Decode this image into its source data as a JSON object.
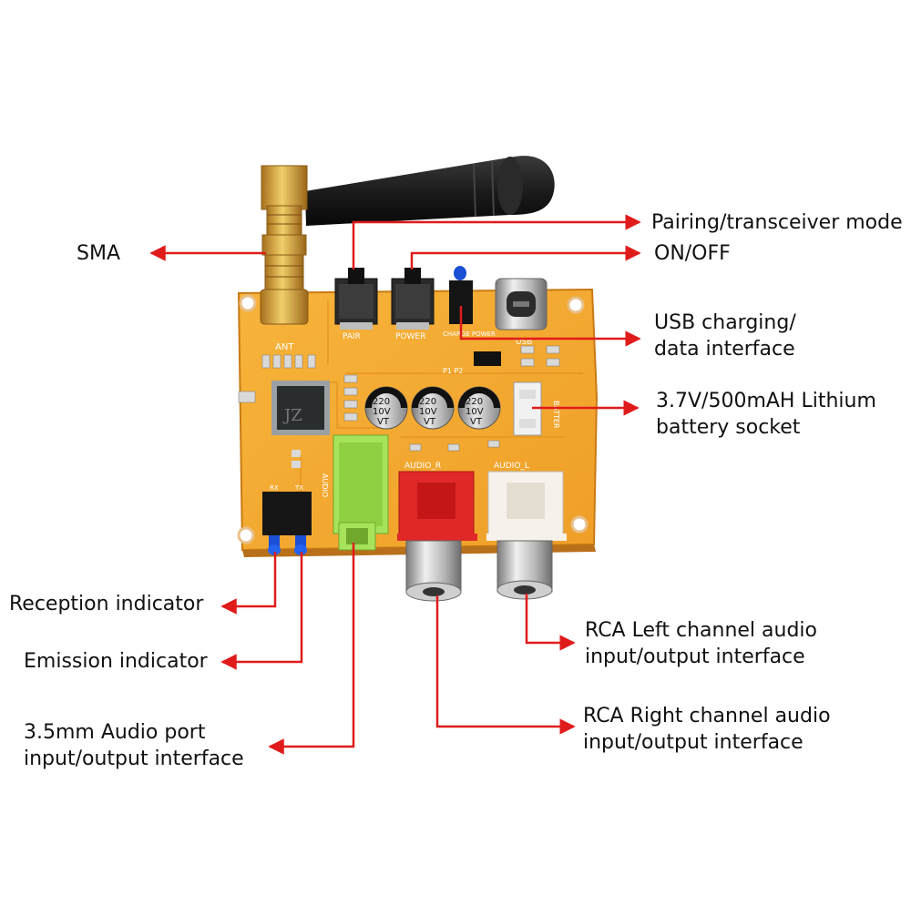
{
  "colors": {
    "arrow": "#e01b1b",
    "board": "#f2a52e",
    "board_edge": "#c97a14",
    "text": "#111111"
  },
  "board": {
    "silkscreen": {
      "ant": "ANT",
      "pair": "PAIR",
      "power": "POWER",
      "charge_power": "CHARGE POWER",
      "usb": "USB",
      "p1p2": "P1 P2",
      "audio_r": "AUDIO_R",
      "audio_l": "AUDIO_L",
      "audio": "AUDIO",
      "batter": "BATTER",
      "rx": "RX",
      "tx": "TX"
    },
    "capacitor_text": [
      "220",
      "10V",
      "VT"
    ],
    "icons": [
      "antenna-icon",
      "sma-connector-icon",
      "push-button-icon",
      "usb-c-port-icon",
      "capacitor-icon",
      "ic-chip-icon",
      "led-icon",
      "rca-jack-icon",
      "audio-jack-icon",
      "battery-socket-icon"
    ]
  },
  "labels": {
    "sma": "SMA",
    "pairing": "Pairing/transceiver mode",
    "onoff": "ON/OFF",
    "usb": [
      "USB charging/",
      "data interface"
    ],
    "battery": [
      "3.7V/500mAH Lithium",
      "battery socket"
    ],
    "reception": "Reception indicator",
    "emission": "Emission indicator",
    "audio35": [
      "3.5mm Audio port",
      "input/output interface"
    ],
    "rca_left": [
      "RCA Left channel audio",
      "input/output interface"
    ],
    "rca_right": [
      "RCA Right channel audio",
      "input/output interface"
    ]
  }
}
